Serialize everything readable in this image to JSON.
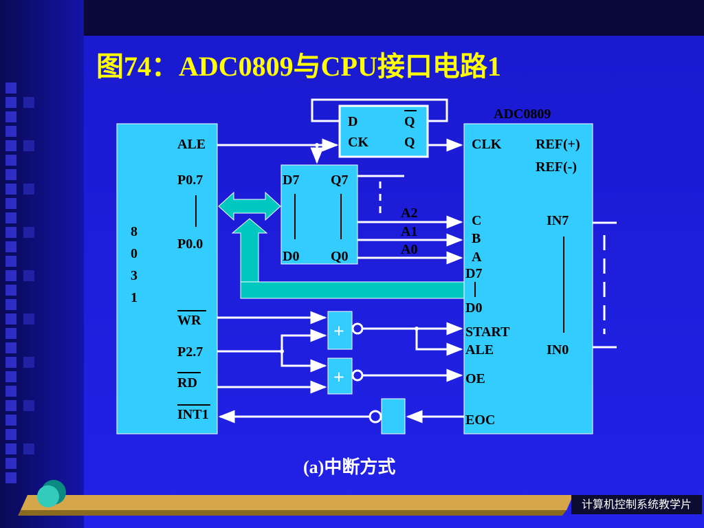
{
  "slide": {
    "title": "图74：ADC0809与CPU接口电路1",
    "caption": "(a)中断方式",
    "footer": "计算机控制系统教学片"
  },
  "cpu": {
    "chip_name": [
      "8",
      "0",
      "3",
      "1"
    ],
    "pins": {
      "ale": "ALE",
      "p07": "P0.7",
      "p00": "P0.0",
      "wr": "WR",
      "p27": "P2.7",
      "rd": "RD",
      "int1": "INT1"
    }
  },
  "flipflop": {
    "d": "D",
    "q_bar": "Q",
    "ck": "CK",
    "q": "Q"
  },
  "latch": {
    "d7": "D7",
    "q7": "Q7",
    "d0": "D0",
    "q0": "Q0"
  },
  "address_lines": [
    "A2",
    "A1",
    "A0"
  ],
  "gate_symbol": "+",
  "adc": {
    "name": "ADC0809",
    "pins": {
      "clk": "CLK",
      "ref_pos": "REF(+)",
      "ref_neg": "REF(-)",
      "c": "C",
      "b": "B",
      "a": "A",
      "d7": "D7",
      "d0": "D0",
      "start": "START",
      "ale": "ALE",
      "oe": "OE",
      "eoc": "EOC",
      "in7": "IN7",
      "in0": "IN0"
    }
  },
  "colors": {
    "chip": "#33ccff",
    "bus": "#00c8c0",
    "title": "#ffff00",
    "wire": "#ffffff",
    "background": "#1a1ad8"
  }
}
